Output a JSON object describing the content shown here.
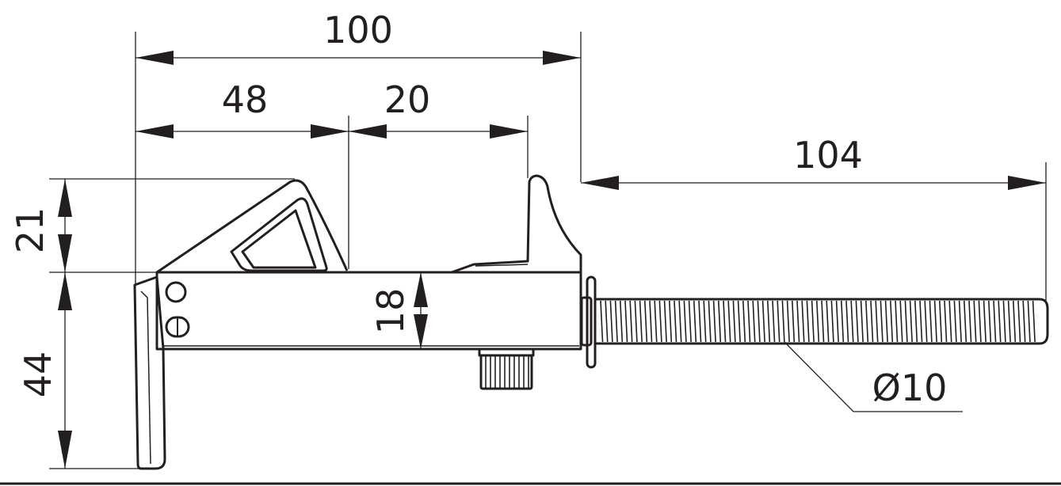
{
  "drawing": {
    "dimensions": {
      "overall_width": "100",
      "hook_width": "48",
      "gap_width": "20",
      "bolt_length": "104",
      "cam_height": "21",
      "lever_height": "44",
      "body_height": "18",
      "bolt_diameter": "Ø10"
    }
  }
}
